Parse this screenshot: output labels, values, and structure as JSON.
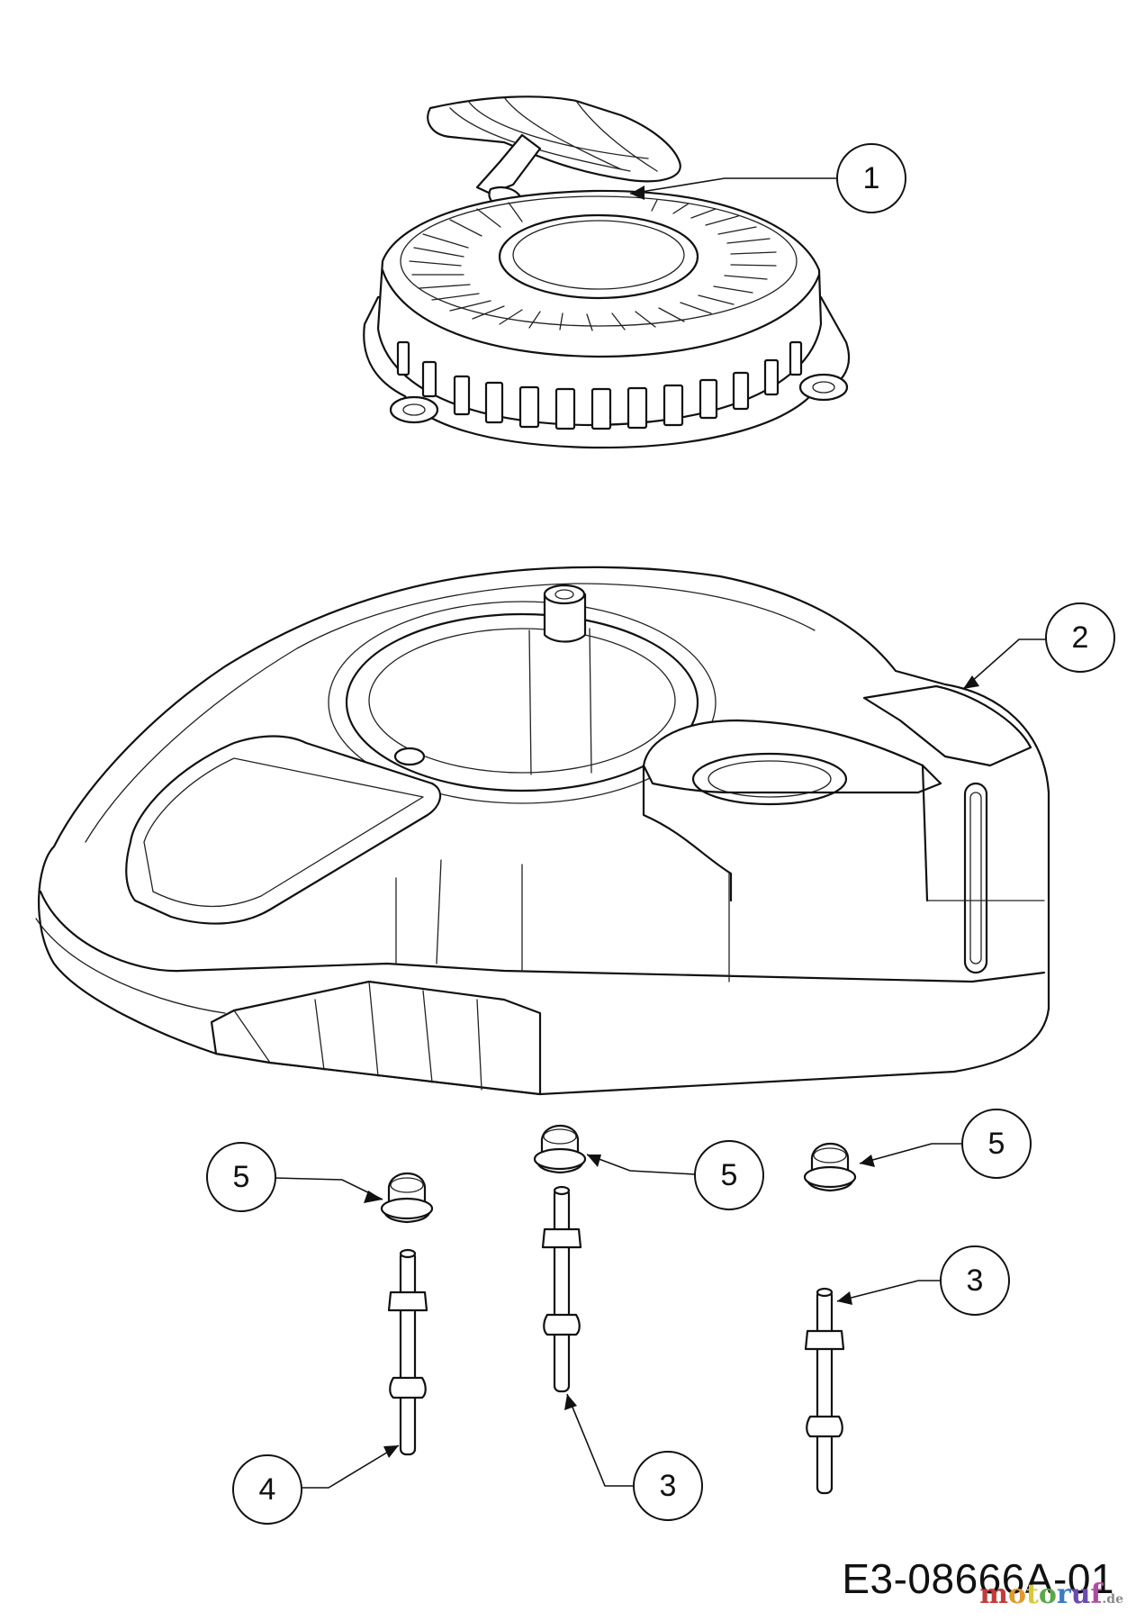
{
  "callouts": [
    {
      "id": "1",
      "label": "1"
    },
    {
      "id": "2",
      "label": "2"
    },
    {
      "id": "5a",
      "label": "5"
    },
    {
      "id": "5b",
      "label": "5"
    },
    {
      "id": "5c",
      "label": "5"
    },
    {
      "id": "3a",
      "label": "3"
    },
    {
      "id": "3b",
      "label": "3"
    },
    {
      "id": "4",
      "label": "4"
    }
  ],
  "drawing_number": "E3-08666A-01",
  "watermark": {
    "parts": [
      "m",
      "o",
      "t",
      "o",
      "r",
      "u",
      "f"
    ],
    "suffix": ".de"
  }
}
